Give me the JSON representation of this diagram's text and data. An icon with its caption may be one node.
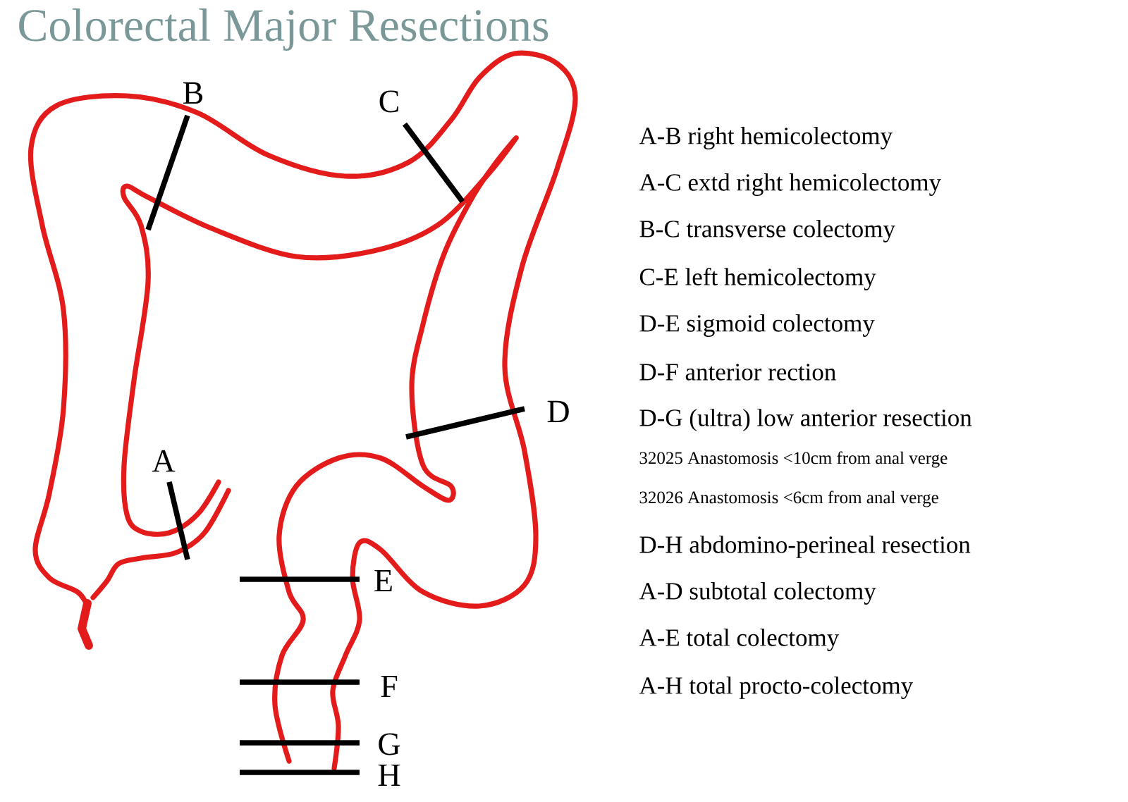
{
  "diagram": {
    "title": "Colorectal Major Resections",
    "labels": [
      "B",
      "C",
      "D",
      "A",
      "E",
      "F",
      "G",
      "H",
      "A-B right hemicolectomy",
      "A-C extd right hemicolectomy",
      "B-C transverse colectomy",
      "C-E left hemicolectomy",
      "D-E sigmoid colectomy",
      "D-F anterior rection",
      "D-G (ultra) low anterior resection",
      "32025 Anastomosis <10cm from anal verge",
      "32026 Anastomosis <6cm from anal verge",
      "D-H abdomino-perineal resection",
      "A-D subtotal colectomy",
      "A-E total colectomy",
      "A-H total procto-colectomy"
    ]
  }
}
